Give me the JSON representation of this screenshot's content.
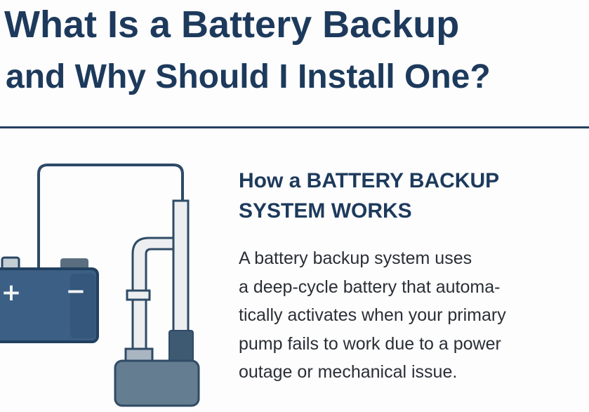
{
  "title": {
    "line1": "What Is a Battery Backup",
    "line2": "and Why Should I Install One?"
  },
  "section": {
    "heading_line1": "How a BATTERY BACKUP",
    "heading_line2": "SYSTEM WORKS",
    "body_lines": [
      "A battery backup system uses",
      "a deep-cycle battery that automa-",
      "tically activates when your primary",
      "pump fails to work due to a power",
      "outage or mechanical issue."
    ]
  },
  "illustration": {
    "battery_plus": "+",
    "battery_minus": "−"
  },
  "colors": {
    "primary": "#1d3a5c",
    "battery": "#3b5f85",
    "pump": "#657d90",
    "pipe": "#eceef0"
  }
}
